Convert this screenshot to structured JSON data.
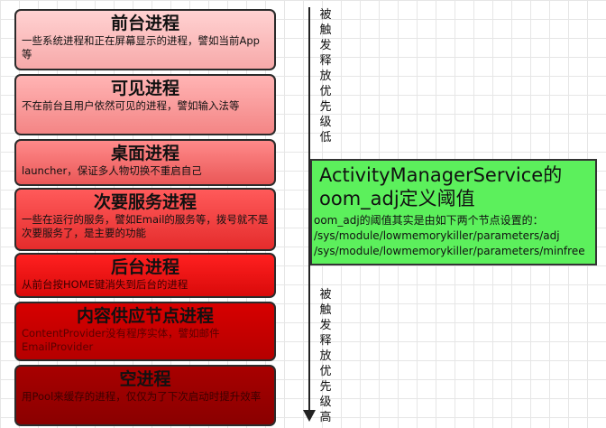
{
  "processes": [
    {
      "title": "前台进程",
      "desc": "一些系统进程和正在屏幕显示的进程，譬如当前App等"
    },
    {
      "title": "可见进程",
      "desc": "不在前台且用户依然可见的进程，譬如输入法等"
    },
    {
      "title": "桌面进程",
      "desc": "launcher，保证多人物切换不重启自己"
    },
    {
      "title": "次要服务进程",
      "desc": "一些在运行的服务，譬如Email的服务等，拨号就不是次要服务了，是主要的功能"
    },
    {
      "title": "后台进程",
      "desc": "从前台按HOME键消失到后台的进程"
    },
    {
      "title": "内容供应节点进程",
      "desc": "ContentProvider没有程序实体，譬如邮件EmailProvider"
    },
    {
      "title": "空进程",
      "desc": "用Pool来缓存的进程，仅仅为了下次启动时提升效率"
    }
  ],
  "arrow_labels": {
    "top": [
      "被",
      "触",
      "发",
      "释",
      "放",
      "优",
      "先",
      "级",
      "低"
    ],
    "bottom": [
      "被",
      "触",
      "发",
      "释",
      "放",
      "优",
      "先",
      "级",
      "高"
    ]
  },
  "info_box": {
    "title_line1": "ActivityManagerService的",
    "title_line2": "oom_adj定义阈值",
    "desc_line1": "oom_adj的阈值其实是由如下两个节点设置的：",
    "desc_line2": "/sys/module/lowmemorykiller/parameters/adj",
    "desc_line3": "/sys/module/lowmemorykiller/parameters/minfree"
  }
}
